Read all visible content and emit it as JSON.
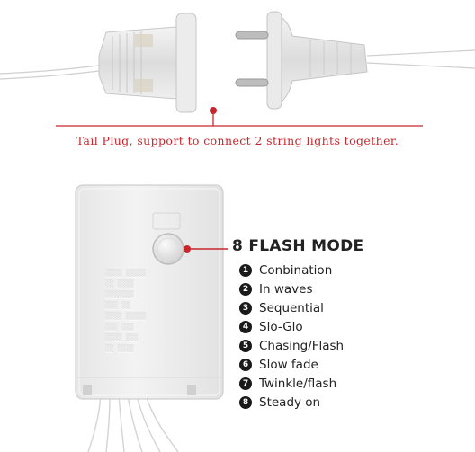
{
  "caption": "Tail Plug, support to connect 2 string lights together.",
  "mode_title": "8 FLASH MODE",
  "modes": [
    {
      "num": "1",
      "label": "Conbination"
    },
    {
      "num": "2",
      "label": "In waves"
    },
    {
      "num": "3",
      "label": "Sequential"
    },
    {
      "num": "4",
      "label": "Slo-Glo"
    },
    {
      "num": "5",
      "label": "Chasing/Flash"
    },
    {
      "num": "6",
      "label": "Slow fade"
    },
    {
      "num": "7",
      "label": "Twinkle/flash"
    },
    {
      "num": "8",
      "label": "Steady on"
    }
  ],
  "colors": {
    "accent_red": "#c8262c",
    "text_dark": "#222222",
    "plastic": "#eeeeee"
  }
}
